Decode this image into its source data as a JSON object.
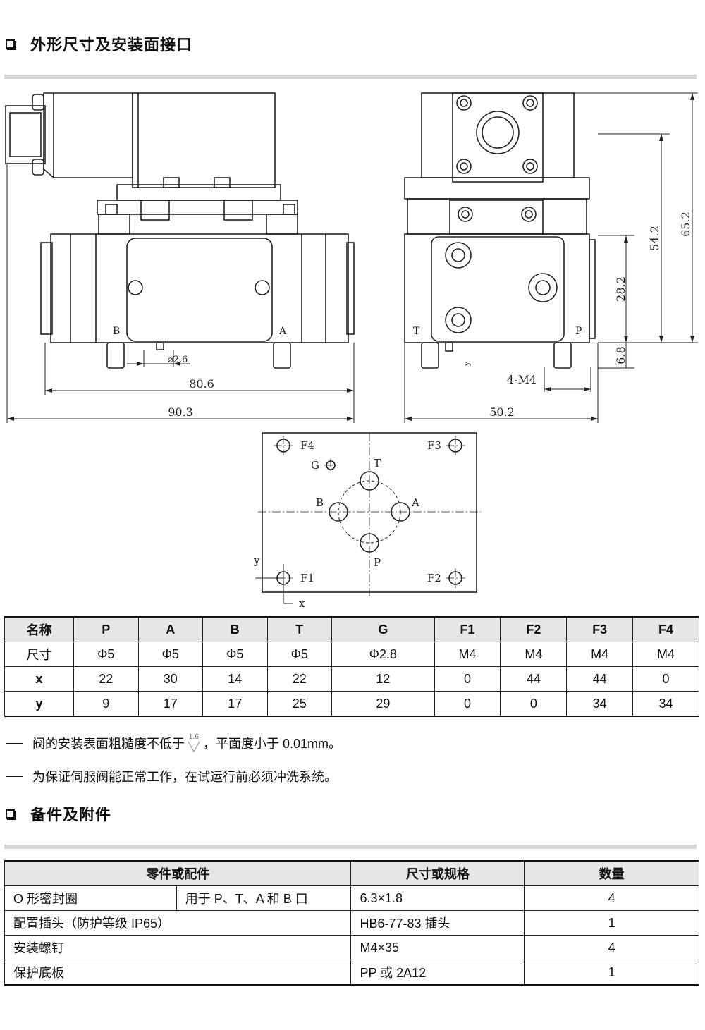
{
  "section1": {
    "title": "外形尺寸及安装面接口"
  },
  "drawing": {
    "dims": {
      "w806": "80.6",
      "w903": "90.3",
      "w502": "50.2",
      "h542": "54.2",
      "h652": "65.2",
      "h282": "28.2",
      "h68": "6.8",
      "m4": "4-M4",
      "d26": "⌀2.6",
      "y": "y"
    },
    "left_ports": {
      "b": "B",
      "a": "A"
    },
    "right_ports": {
      "t": "T",
      "p": "P"
    },
    "plate": {
      "f1": "F1",
      "f2": "F2",
      "f3": "F3",
      "f4": "F4",
      "g": "G",
      "t": "T",
      "a": "A",
      "b": "B",
      "p": "P",
      "x": "x",
      "y": "y"
    }
  },
  "spec_table": {
    "headers": [
      "名称",
      "P",
      "A",
      "B",
      "T",
      "G",
      "F1",
      "F2",
      "F3",
      "F4"
    ],
    "rows": [
      [
        "尺寸",
        "Φ5",
        "Φ5",
        "Φ5",
        "Φ5",
        "Φ2.8",
        "M4",
        "M4",
        "M4",
        "M4"
      ],
      [
        "x",
        "22",
        "30",
        "14",
        "22",
        "12",
        "0",
        "44",
        "44",
        "0"
      ],
      [
        "y",
        "9",
        "17",
        "17",
        "25",
        "29",
        "0",
        "0",
        "34",
        "34"
      ]
    ]
  },
  "notes": {
    "n1_pre": "阀的安装表面粗糙度不低于",
    "n1_rough": "1.6",
    "n1_post": "，平面度小于 0.01mm。",
    "n2": "为保证伺服阀能正常工作，在试运行前必须冲洗系统。"
  },
  "section2": {
    "title": "备件及附件"
  },
  "parts_table": {
    "headers": [
      "零件或配件",
      "尺寸或规格",
      "数量"
    ],
    "rows": [
      {
        "name": "O 形密封圈",
        "use": "用于 P、T、A 和 B 口",
        "spec": "6.3×1.8",
        "qty": "4"
      },
      {
        "name": "配置插头（防护等级 IP65）",
        "spec": "HB6-77-83 插头",
        "qty": "1"
      },
      {
        "name": "安装螺钉",
        "spec": "M4×35",
        "qty": "4"
      },
      {
        "name": "保护底板",
        "spec": "PP 或 2A12",
        "qty": "1"
      }
    ]
  }
}
